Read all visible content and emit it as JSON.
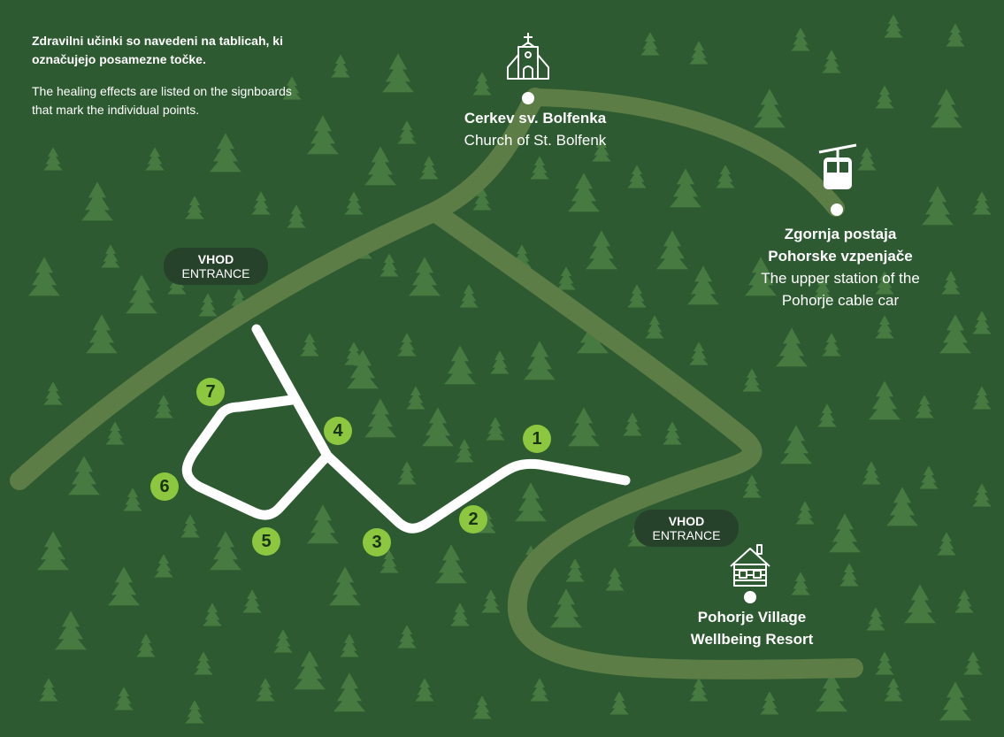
{
  "intro": {
    "sl": "Zdravilni učinki so navedeni na tablicah, ki označujejo posamezne točke.",
    "en": "The healing effects are listed on the signboards that mark the individual points."
  },
  "church": {
    "name_sl": "Cerkev sv. Bolfenka",
    "name_en": "Church of St. Bolfenk",
    "icon": "church-icon"
  },
  "cable_car": {
    "name_sl_1": "Zgornja postaja",
    "name_sl_2": "Pohorske vzpenjače",
    "name_en_1": "The upper station of the",
    "name_en_2": "Pohorje cable car",
    "icon": "cable-car-icon"
  },
  "resort": {
    "name_1": "Pohorje Village",
    "name_2": "Wellbeing Resort",
    "icon": "cabin-icon"
  },
  "entrances": [
    {
      "sl": "VHOD",
      "en": "ENTRANCE"
    },
    {
      "sl": "VHOD",
      "en": "ENTRANCE"
    }
  ],
  "points": [
    "1",
    "2",
    "3",
    "4",
    "5",
    "6",
    "7"
  ],
  "colors": {
    "background": "#2d5a30",
    "tree": "#477a40",
    "road": "#5c7d45",
    "trail": "#ffffff",
    "point_badge": "#8dc63f",
    "pill": "#27422b"
  }
}
